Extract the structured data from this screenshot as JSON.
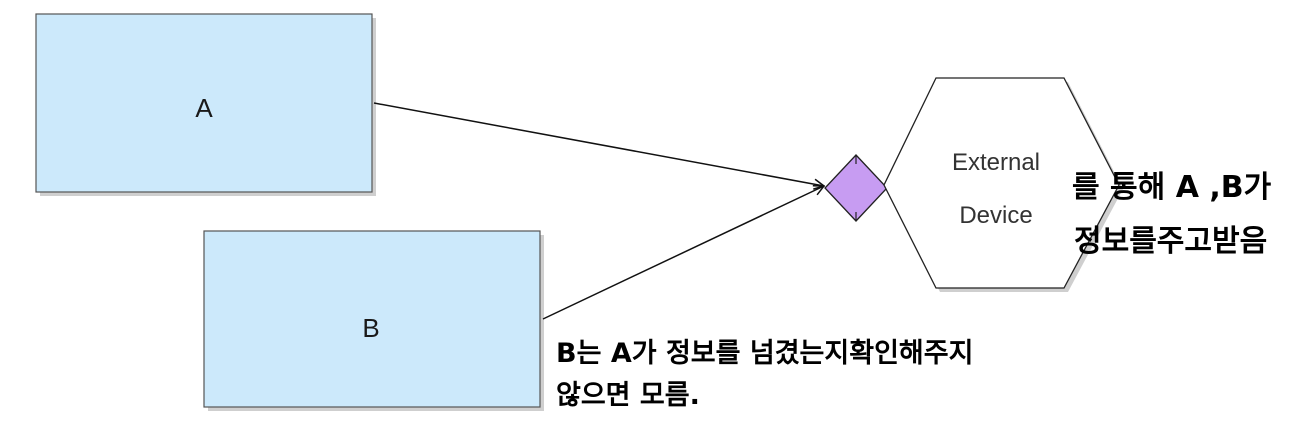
{
  "diagram": {
    "nodes": {
      "box_a": {
        "label": "A"
      },
      "box_b": {
        "label": "B"
      },
      "external_device": {
        "label_lines": [
          "External",
          "Device"
        ]
      }
    },
    "annotations": {
      "right_note_lines": [
        "를 통해 A ,B가",
        "정보를주고받음"
      ],
      "bottom_note_lines": [
        "B는 A가 정보를 넘겼는지확인해주지",
        "않으면 모름."
      ]
    },
    "colors": {
      "box_fill": "#cce9fb",
      "box_stroke": "#555555",
      "connector_fill": "#c79cf2",
      "connector_stroke": "#222222",
      "hexagon_fill": "#ffffff",
      "hexagon_stroke": "#222222",
      "shadow": "#cfcfcf"
    }
  }
}
